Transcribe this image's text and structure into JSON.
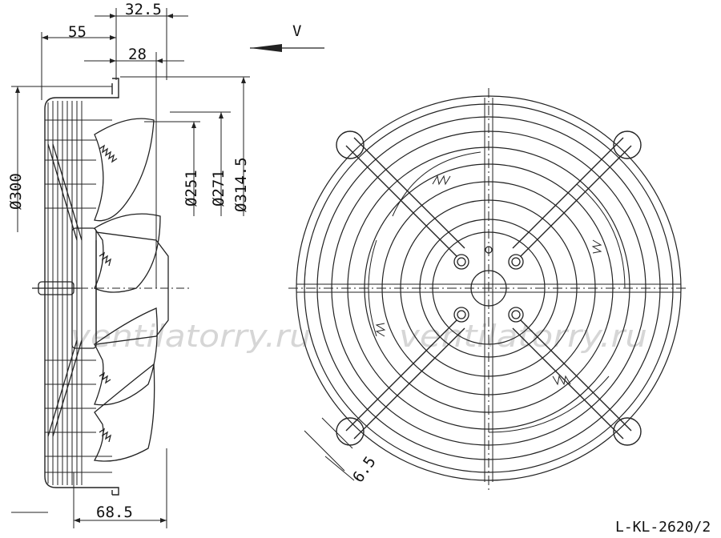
{
  "dimensions": {
    "d32_5": "32.5",
    "d55": "55",
    "d28": "28",
    "d300": "Ø300",
    "d251": "Ø251",
    "d271": "Ø271",
    "d314_5": "Ø314.5",
    "d68_5": "68.5",
    "d6_5": "6.5"
  },
  "view_label": "V",
  "drawing_number": "L-KL-2620/2",
  "watermark_left": "ventilatorry.ru",
  "watermark_right": "ventilatorry.ru",
  "colors": {
    "line": "#222222",
    "watermark": "#d6d6d6",
    "background": "#ffffff"
  }
}
